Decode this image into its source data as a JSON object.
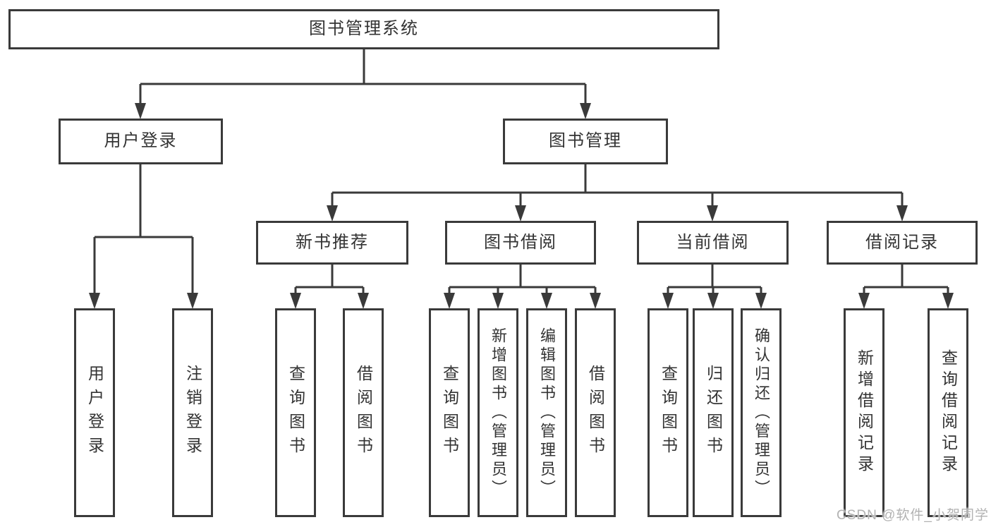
{
  "colors": {
    "line": "#3a3a3a",
    "box_border": "#3a3a3a",
    "box_fill": "#ffffff",
    "text": "#333333",
    "watermark": "#b2b2b2"
  },
  "watermark": {
    "text": "CSDN @软件_小贺同学"
  },
  "tree": {
    "label": "图书管理系统",
    "children": [
      {
        "label": "用户登录",
        "children": [
          {
            "label": "用户登录"
          },
          {
            "label": "注销登录"
          }
        ]
      },
      {
        "label": "图书管理",
        "children": [
          {
            "label": "新书推荐",
            "children": [
              {
                "label": "查询图书"
              },
              {
                "label": "借阅图书"
              }
            ]
          },
          {
            "label": "图书借阅",
            "children": [
              {
                "label": "查询图书"
              },
              {
                "label": "新增图书（管理员）"
              },
              {
                "label": "编辑图书（管理员）"
              },
              {
                "label": "借阅图书"
              }
            ]
          },
          {
            "label": "当前借阅",
            "children": [
              {
                "label": "查询图书"
              },
              {
                "label": "归还图书"
              },
              {
                "label": "确认归还（管理员）"
              }
            ]
          },
          {
            "label": "借阅记录",
            "children": [
              {
                "label": "新增借阅记录"
              },
              {
                "label": "查询借阅记录"
              }
            ]
          }
        ]
      }
    ]
  }
}
